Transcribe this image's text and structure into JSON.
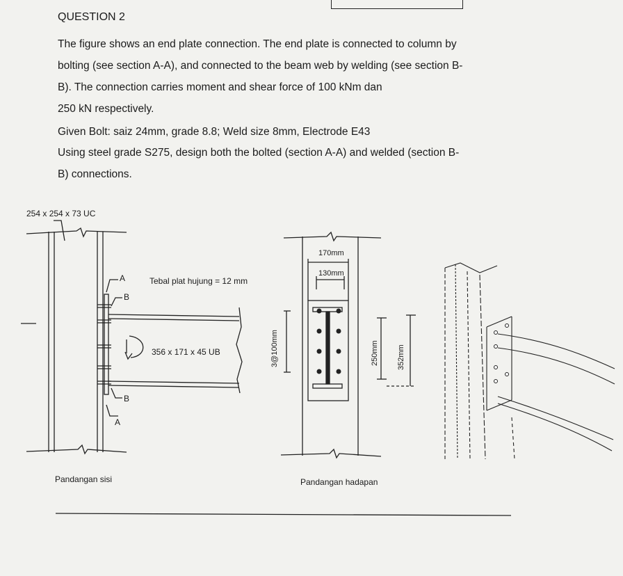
{
  "question": {
    "title": "QUESTION 2",
    "lines": [
      "The figure shows an end plate connection. The end plate is connected to column by",
      "bolting (see section A-A), and connected to the beam web by welding (see section B-",
      "B). The connection carries moment and shear force of 100 kNm dan",
      "250 kN respectively."
    ],
    "given": "Given Bolt: saiz 24mm, grade 8.8; Weld size 8mm, Electrode E43",
    "design_lines": [
      "Using steel grade S275, design both the bolted (section A-A) and welded (section B-",
      "B) connections."
    ]
  },
  "figure": {
    "column_label": "254 x 254 x 73 UC",
    "beam_label": "356 x 171 x 45 UB",
    "plate_note": "Tebal plat hujung = 12 mm",
    "section_a": "A",
    "section_b": "B",
    "side_view_caption": "Pandangan sisi",
    "front_view_caption": "Pandangan hadapan",
    "dim_170": "170mm",
    "dim_130": "130mm",
    "dim_bolt_spacing": "3@100mm",
    "dim_250": "250mm",
    "dim_352": "352mm"
  }
}
